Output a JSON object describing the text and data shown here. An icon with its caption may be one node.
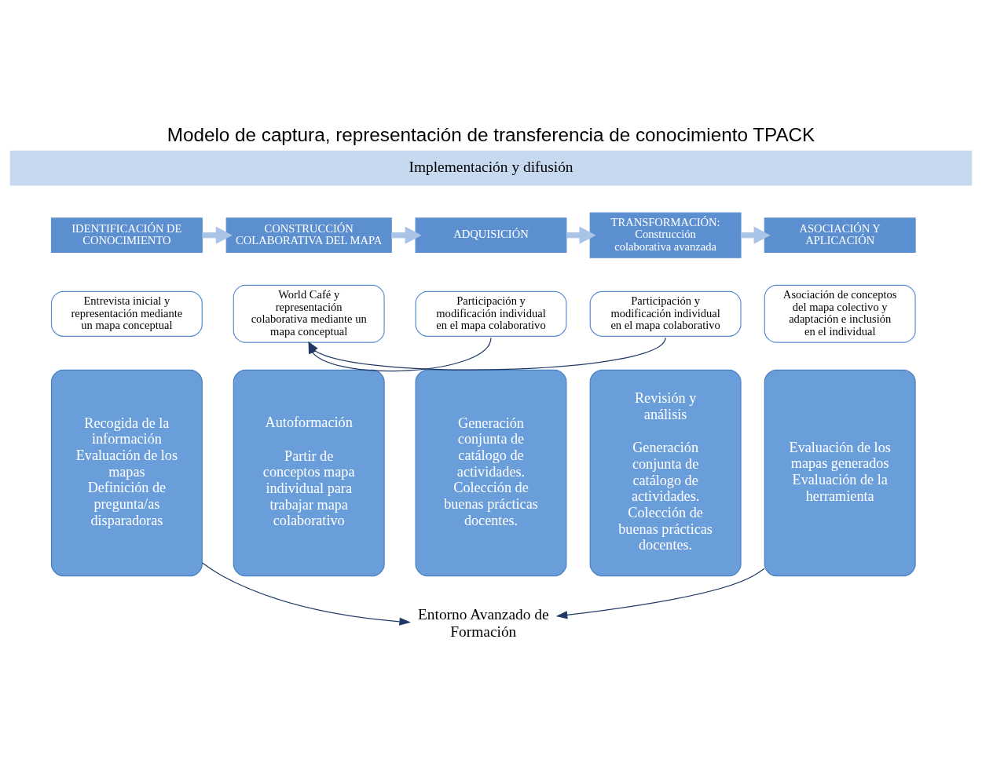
{
  "diagram": {
    "title": "Modelo de captura, representación de transferencia de conocimiento TPACK",
    "nodes": [
      {
        "text": [
          "Implementación y difusión"
        ]
      },
      {
        "text": [
          "IDENTIFICACIÓN DE CONOCIMIENTO"
        ]
      },
      {
        "text": [
          "Entrevista inicial y representación mediante un mapa conceptual"
        ]
      },
      {
        "text": [
          "CONSTRUCCIÓN COLABORATIVA DEL MAPA"
        ]
      },
      {
        "text": [
          "World Café y representación colaborativa mediante un mapa conceptual"
        ]
      },
      {
        "text": [
          "ADQUISICIÓN"
        ]
      },
      {
        "text": [
          "Participación y modificación individual en el mapa colaborativo"
        ]
      },
      {
        "text": [
          "TRANSFORMACIÓN:",
          "Construcción colaborativa avanzada"
        ]
      },
      {
        "text": [
          "Participación y modificación individual en el mapa colaborativo"
        ]
      },
      {
        "text": [
          "ASOCIACIÓN Y APLICACIÓN"
        ]
      },
      {
        "text": [
          "Asociación de conceptos del mapa colectivo y adaptación e inclusión en el individual"
        ]
      },
      {
        "text": [
          "Recogida de la información",
          "Evaluación de los mapas",
          "Definición de pregunta/as disparadoras"
        ]
      },
      {
        "text": [
          "Autoformación",
          "Partir de conceptos mapa individual para trabajar mapa colaborativo"
        ]
      },
      {
        "text": [
          "Generación conjunta de catálogo de actividades. Colección de buenas prácticas docentes."
        ]
      },
      {
        "text": [
          "Revisión y análisis",
          "Generación conjunta de catálogo de actividades. Colección de buenas prácticas docentes."
        ]
      },
      {
        "text": [
          "Evaluación de los mapas generados",
          "Evaluación de la herramienta"
        ]
      },
      {
        "text": [
          "Entorno Avanzado de Formación"
        ]
      }
    ],
    "edges": [
      {
        "from": 1,
        "to": 3,
        "arrow": "to",
        "style": "thick",
        "color": "#a9c4e6"
      },
      {
        "from": 3,
        "to": 5,
        "arrow": "to",
        "style": "thick",
        "color": "#a9c4e6"
      },
      {
        "from": 5,
        "to": 7,
        "arrow": "to",
        "style": "thick",
        "color": "#a9c4e6"
      },
      {
        "from": 7,
        "to": 9,
        "arrow": "to",
        "style": "thick",
        "color": "#a9c4e6"
      },
      {
        "from": 6,
        "to": 4,
        "arrow": "to",
        "color": "#1f3864"
      },
      {
        "from": 8,
        "to": 4,
        "arrow": "to",
        "color": "#1f3864"
      },
      {
        "from": 11,
        "to": 16,
        "arrow": "to",
        "color": "#1f3864"
      },
      {
        "from": 15,
        "to": 16,
        "arrow": "to",
        "color": "#1f3864"
      }
    ]
  }
}
